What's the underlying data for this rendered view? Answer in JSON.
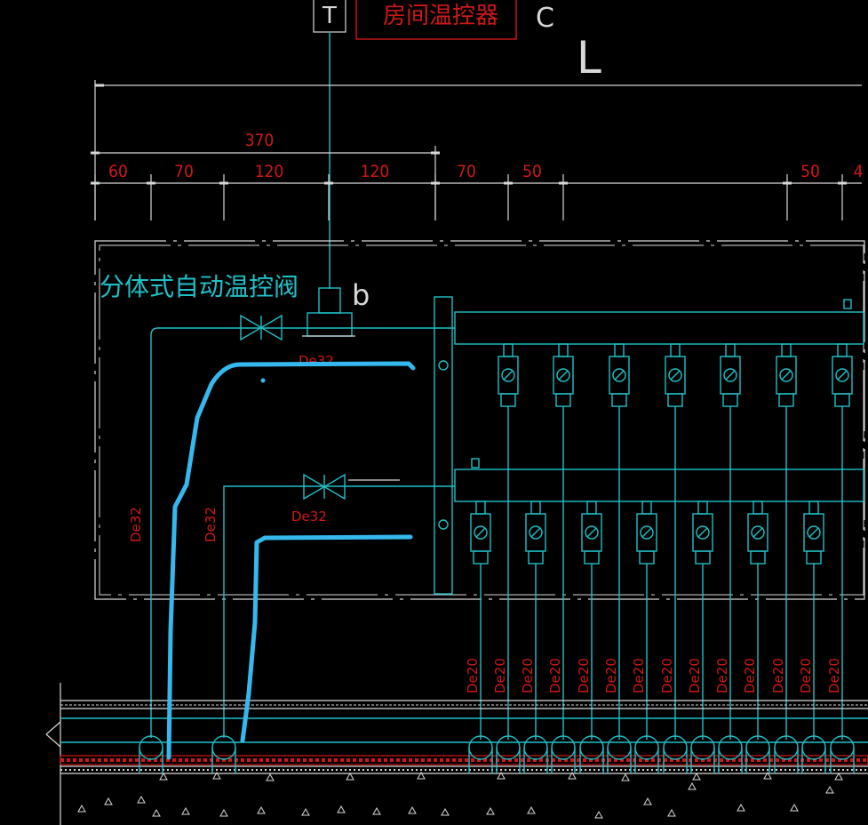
{
  "thermostat": {
    "symbol": "T",
    "label": "房间温控器"
  },
  "callouts": {
    "c": "C",
    "l": "L",
    "b": "b"
  },
  "valve_label": "分体式自动温控阀",
  "dimensions": {
    "total": "370",
    "segments": [
      "60",
      "70",
      "120",
      "120",
      "70",
      "50",
      "50",
      "4"
    ]
  },
  "pipe_labels": {
    "supply_main": "De32",
    "return_main": "De32",
    "riser_left": "De32",
    "riser_right": "De32",
    "branch": "De20",
    "branch_count": 14
  },
  "colors": {
    "cyan": "#1fc0c8",
    "red": "#d01818",
    "white": "#d8d8d8",
    "highlight": "#35b8ee"
  }
}
